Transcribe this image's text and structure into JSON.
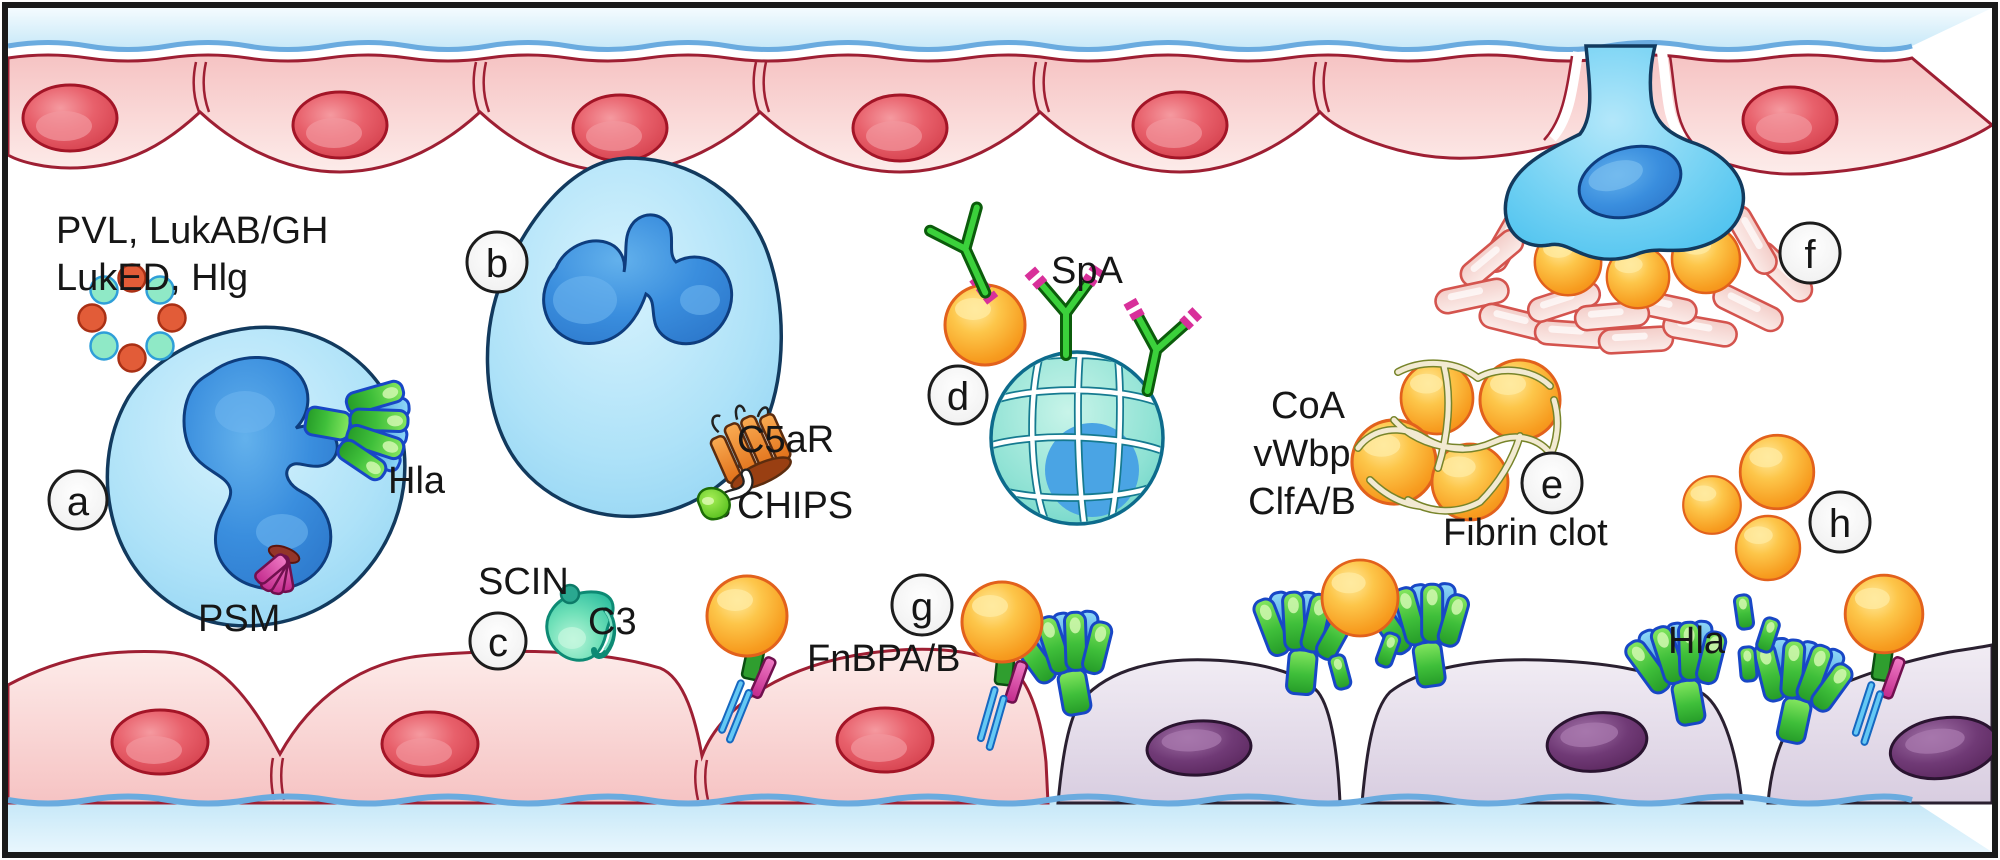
{
  "panels": {
    "a": "a",
    "b": "b",
    "c": "c",
    "d": "d",
    "e": "e",
    "f": "f",
    "g": "g",
    "h": "h"
  },
  "labels": {
    "toxins_line1": "PVL, LukAB/GH",
    "toxins_line2": "LukED, Hlg",
    "hla_a": "Hla",
    "psm": "PSM",
    "c5ar": "C5aR",
    "chips": "CHIPS",
    "scin": "SCIN",
    "c3": "C3",
    "spa": "SpA",
    "coa": "CoA",
    "vwbp": "vWbp",
    "clfab": "ClfA/B",
    "fibrin": "Fibrin clot",
    "fnbpab": "FnBPA/B",
    "hla_h": "Hla"
  },
  "colors": {
    "frame": "#1a1a1a",
    "lumen_band": "#c6e8f8",
    "wave_line": "#6aabdf",
    "endothelium_pink": "#f6c5c5",
    "endothelium_outline": "#9e1f33",
    "red_nucleus": "#e8606b",
    "damaged_cell": "#e2d8e8",
    "damaged_nucleus": "#703a76",
    "neutrophil": "#aee2f8",
    "neutrophil_nucleus": "#3a8ede",
    "bacterium_orange": "#f79d20",
    "toxin_green": "#3fbf3a",
    "toxin_outline_blue": "#1847c6",
    "psm_magenta": "#c22a8c",
    "receptor_orange": "#e06f18",
    "chips_green": "#46b512",
    "complement_teal": "#3ec9a4",
    "antibody_green": "#3bd13b",
    "antibody_fab_magenta": "#d8309a",
    "fibrin_cream": "#f2ead2",
    "platelet_pink": "#f3cdc8",
    "mesh_cell_teal": "#8fe2d4"
  }
}
